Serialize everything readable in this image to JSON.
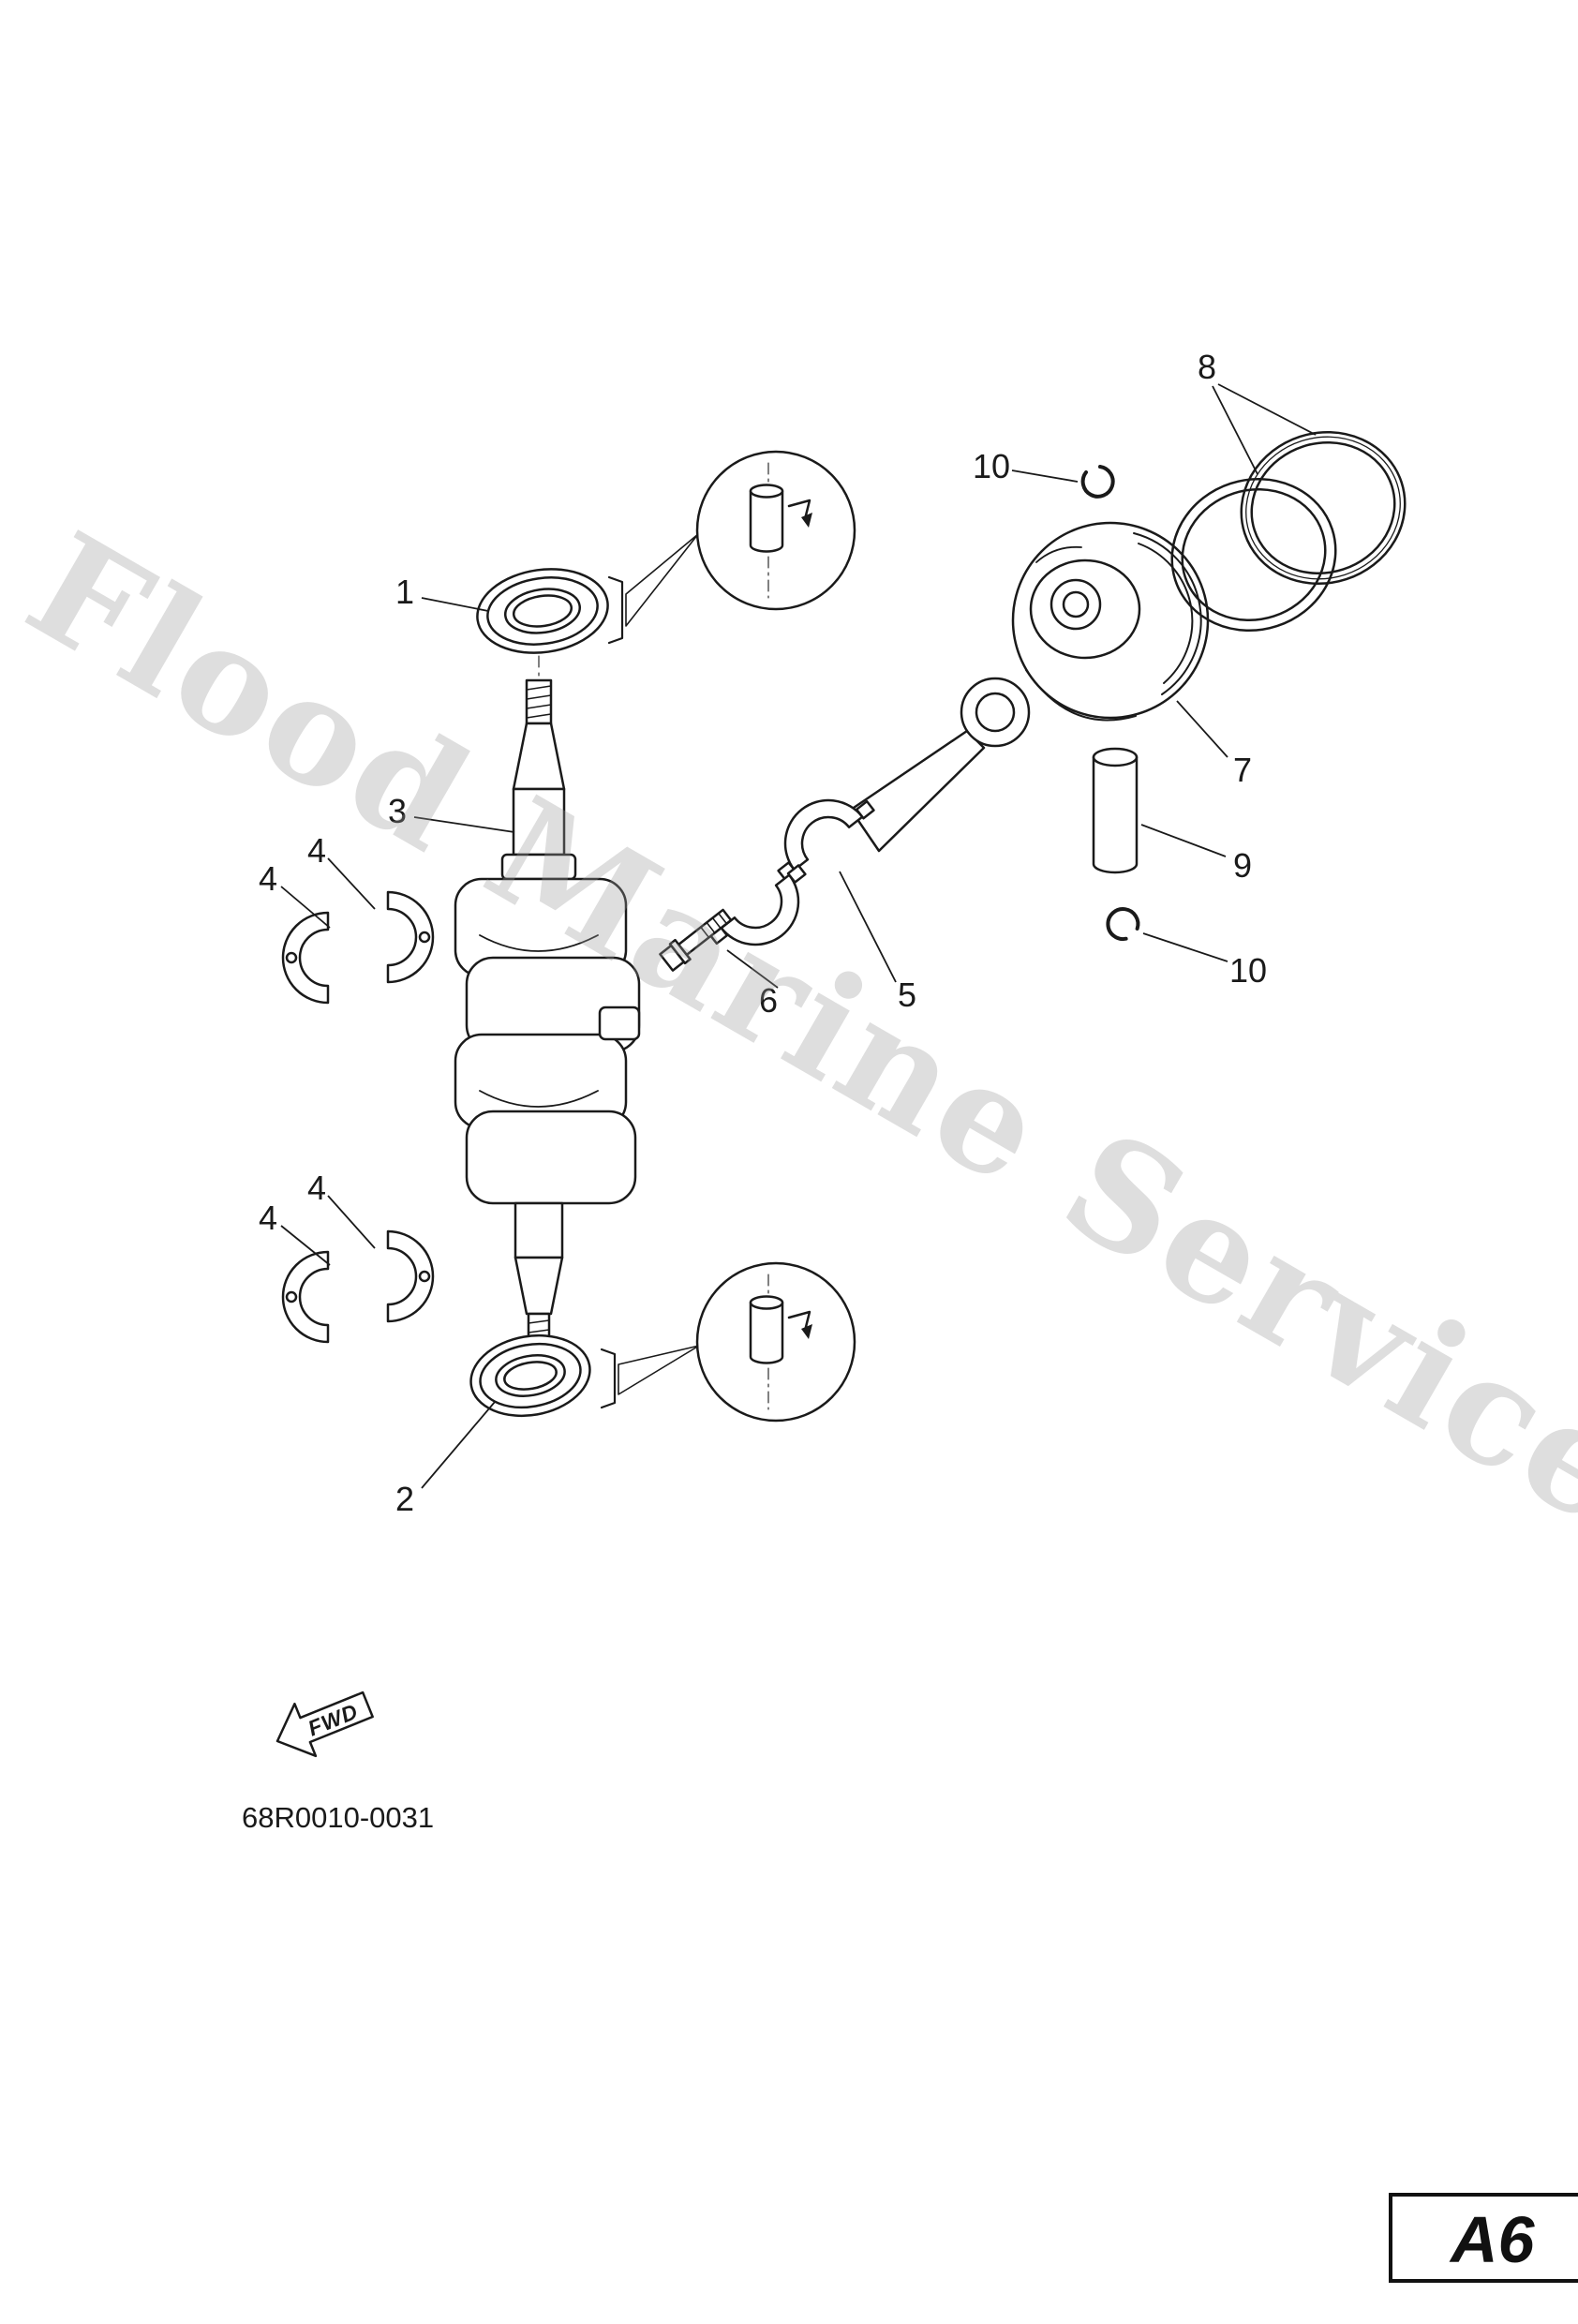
{
  "page": {
    "watermark": "Flood Marine Services",
    "drawing_number": "68R0010-0031",
    "page_code": "A6"
  },
  "fwd_arrow": {
    "label": "FWD"
  },
  "callouts": {
    "c1": "1",
    "c2": "2",
    "c3": "3",
    "c4_top_right": "4",
    "c4_top_left": "4",
    "c4_bottom_right": "4",
    "c4_bottom_left": "4",
    "c5": "5",
    "c6": "6",
    "c7": "7",
    "c8": "8",
    "c9": "9",
    "c10_top": "10",
    "c10_bottom": "10"
  },
  "colors": {
    "line": "#1a1a1a",
    "watermark_gray": "#9a9a9a",
    "background": "#ffffff"
  }
}
